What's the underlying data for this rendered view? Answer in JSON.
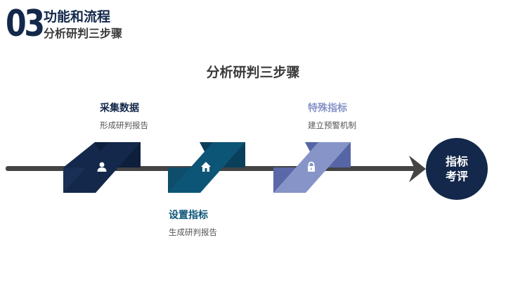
{
  "header": {
    "number": "03",
    "title": "功能和流程",
    "subtitle": "分析研判三步骤"
  },
  "main_title": "分析研判三步骤",
  "steps": [
    {
      "title": "采集数据",
      "desc": "形成研判报告",
      "icon": "user-icon",
      "color": "#13284a",
      "title_color": "#13284a"
    },
    {
      "title": "设置指标",
      "desc": "生成研判报告",
      "icon": "home-icon",
      "color": "#0d5577",
      "title_color": "#0d5577"
    },
    {
      "title": "特殊指标",
      "desc": "建立预警机制",
      "icon": "lock-icon",
      "color": "#8794c8",
      "title_color": "#8794c8"
    }
  ],
  "end": {
    "line1": "指标",
    "line2": "考评",
    "color": "#13284a"
  }
}
